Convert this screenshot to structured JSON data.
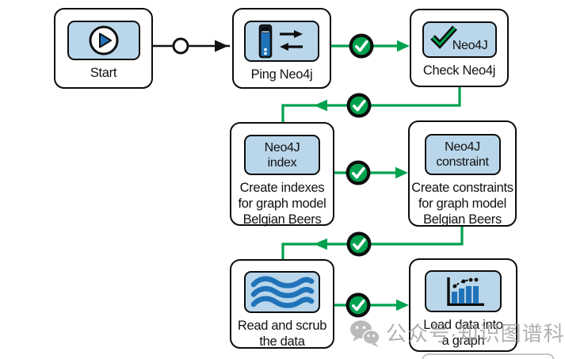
{
  "diagram": {
    "type": "flowchart",
    "nodes": {
      "start": {
        "label": "Start"
      },
      "ping": {
        "label": "Ping Neo4j"
      },
      "check": {
        "label": "Check Neo4j",
        "icon_text": "Neo4J"
      },
      "index": {
        "icon_text": "Neo4J\nindex",
        "label": "Create indexes\nfor graph model\nBelgian Beers"
      },
      "constraint": {
        "icon_text": "Neo4J\nconstraint",
        "label": "Create constraints\nfor graph model\nBelgian Beers"
      },
      "read": {
        "label": "Read and scrub\nthe data"
      },
      "load": {
        "label": "Load data into\na graph"
      }
    },
    "flow_order": [
      "start",
      "ping",
      "check",
      "index",
      "constraint",
      "read",
      "load"
    ],
    "connector_markers": [
      "open-circle",
      "success-check",
      "success-check",
      "success-check",
      "success-check",
      "success-check"
    ]
  },
  "watermark": {
    "text": "公众号·知识图谱科技",
    "icon": "wechat-icon"
  },
  "colors": {
    "node_fill": "#ffffff",
    "node_border": "#0d0d0d",
    "badge_fill": "#b9d6ea",
    "accent_blue": "#2173b9",
    "success_green": "#00a14e",
    "black_connector": "#111111",
    "watermark_gray": "#9b9b9b"
  }
}
